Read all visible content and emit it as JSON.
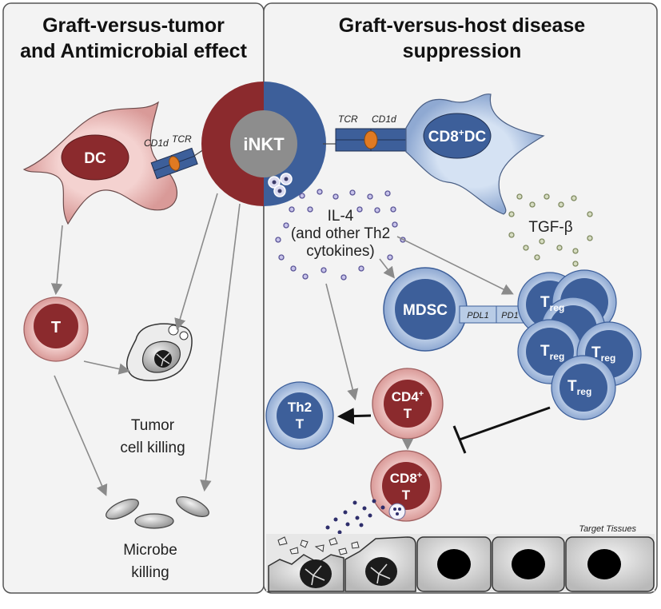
{
  "left_panel": {
    "title_line1": "Graft-versus-tumor",
    "title_line2": "and Antimicrobial effect",
    "dc_label": "DC",
    "cd1d_label": "CD1d",
    "tcr_label": "TCR",
    "t_label": "T",
    "tumor_label_line1": "Tumor",
    "tumor_label_line2": "cell killing",
    "microbe_label_line1": "Microbe",
    "microbe_label_line2": "killing"
  },
  "right_panel": {
    "title_line1": "Graft-versus-host disease",
    "title_line2": "suppression",
    "tcr_label": "TCR",
    "cd1d_label": "CD1d",
    "cd8dc_label": "CD8",
    "cd8dc_sup": "+",
    "cd8dc_suffix": "DC",
    "il4_line1": "IL-4",
    "il4_line2": "(and other Th2",
    "il4_line3": "cytokines)",
    "tgfb_label": "TGF-β",
    "mdsc_label": "MDSC",
    "pdl1_label": "PDL1",
    "pd1_label": "PD1",
    "treg_main": "T",
    "treg_sub": "reg",
    "th2_line1": "Th2",
    "th2_line2": "T",
    "cd4_line1": "CD4",
    "cd4_sup": "+",
    "cd4_line2": "T",
    "cd8_line1": "CD8",
    "cd8_sup": "+",
    "cd8_line2": "T",
    "target_tissues_label": "Target Tissues"
  },
  "center": {
    "inkt_label": "iNKT"
  },
  "colors": {
    "dark_red": "#8b2a2d",
    "pink": "#e9b8b6",
    "blue": "#3d5f9a",
    "light_blue": "#b9cce6",
    "gray": "#8a8a8a",
    "orange": "#e07a22",
    "panel_bg": "#f3f3f3"
  }
}
